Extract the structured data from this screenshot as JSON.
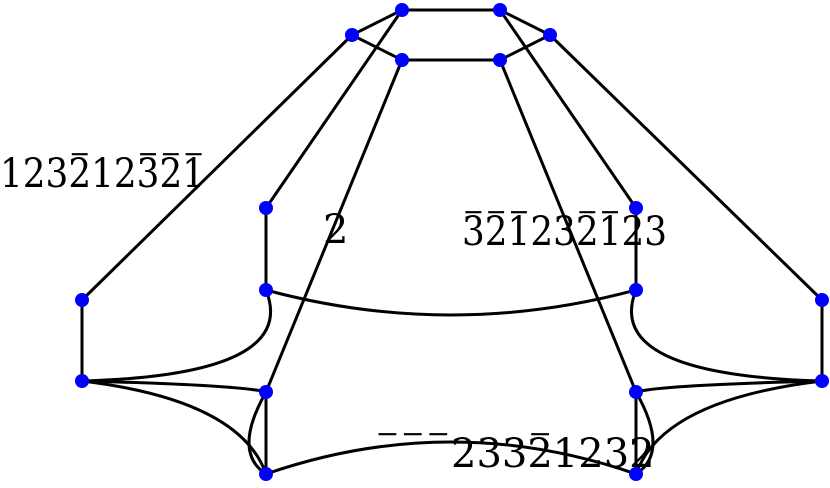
{
  "diagram": {
    "colors": {
      "edge": "#000000",
      "vertex": "#0000ff",
      "background": "#ffffff"
    },
    "labels": {
      "upper_left": {
        "base": "123212321",
        "bars": [
          3,
          6,
          7,
          8
        ]
      },
      "center": {
        "base": "2",
        "bars": []
      },
      "upper_right": {
        "base": "321232123",
        "bars": [
          0,
          1,
          2,
          5,
          6
        ]
      },
      "bottom": {
        "base": "23321232",
        "bars": [
          1,
          2,
          3,
          7
        ]
      }
    }
  }
}
